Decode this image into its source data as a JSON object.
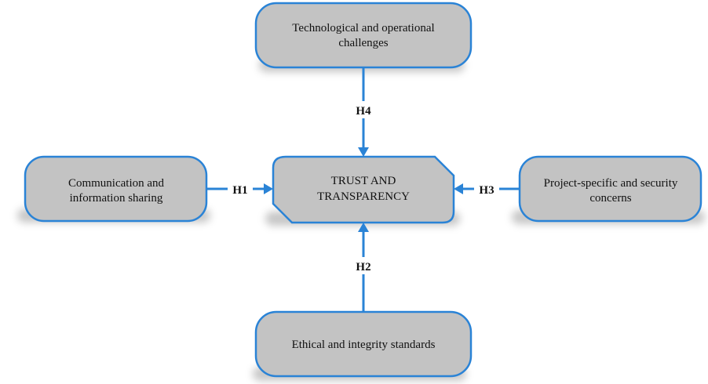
{
  "diagram": {
    "center": {
      "line1": "TRUST AND",
      "line2": "TRANSPARENCY"
    },
    "top": {
      "line1": "Technological and operational",
      "line2": "challenges"
    },
    "left": {
      "line1": "Communication and",
      "line2": "information sharing"
    },
    "right": {
      "line1": "Project-specific and security",
      "line2": "concerns"
    },
    "bottom": {
      "line1": "Ethical and integrity standards"
    },
    "edges": {
      "h1": "H1",
      "h2": "H2",
      "h3": "H3",
      "h4": "H4"
    }
  },
  "colors": {
    "box_fill": "#c3c3c3",
    "box_border": "#2a83d6",
    "arrow": "#2a83d6"
  }
}
